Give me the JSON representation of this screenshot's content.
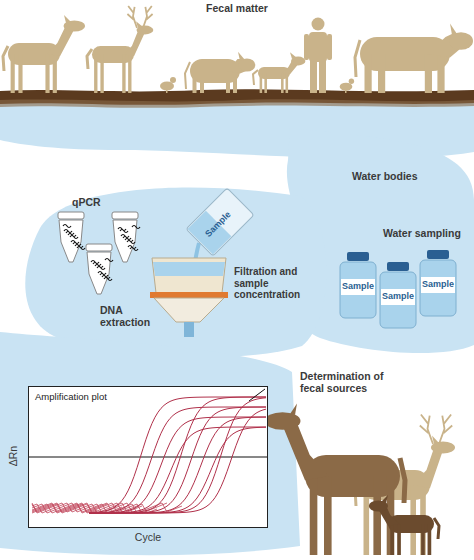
{
  "diagram": {
    "nodes": [
      {
        "text": [
          "Sample"
        ]
      },
      {
        "text": [
          "Sample"
        ]
      },
      {
        "text": [
          "Sample"
        ]
      },
      {
        "text": [
          "Sample"
        ]
      },
      {
        "text": [
          "Amplification plot"
        ]
      }
    ],
    "labels": [
      "Fecal matter",
      "Water bodies",
      "Water sampling",
      "qPCR",
      "Filtration and sample concentration",
      "DNA extraction",
      "ΔRn",
      "Determination of fecal sources",
      "Cycle"
    ]
  }
}
